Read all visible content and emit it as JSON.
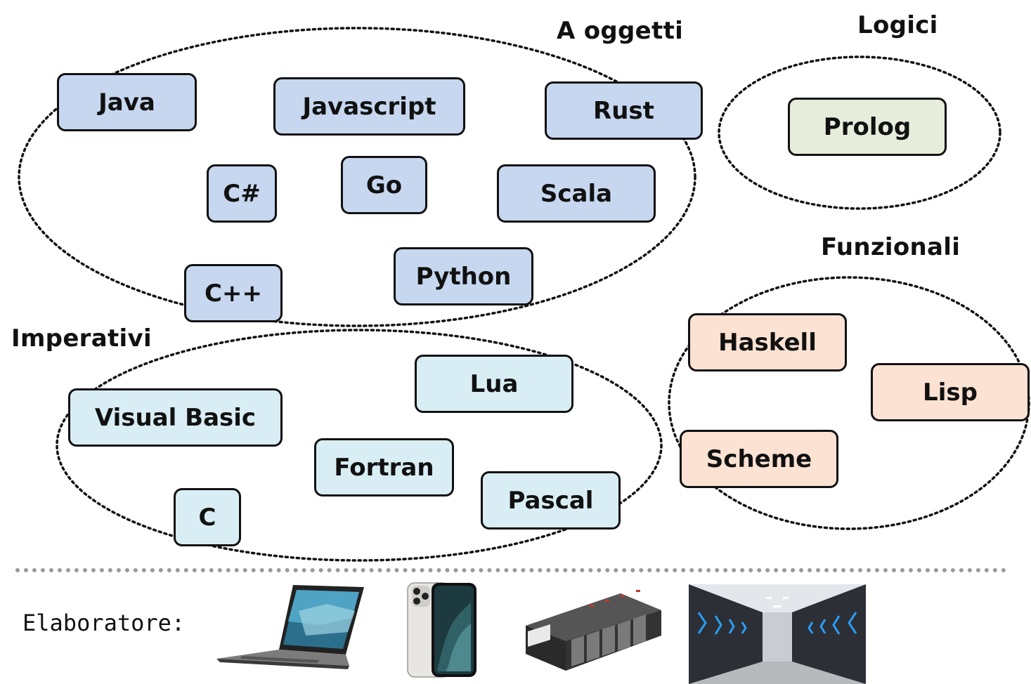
{
  "groups": {
    "object_oriented": "A oggetti",
    "logic": "Logici",
    "functional": "Funzionali",
    "imperative": "Imperativi"
  },
  "languages": {
    "java": "Java",
    "javascript": "Javascript",
    "rust": "Rust",
    "csharp": "C#",
    "go": "Go",
    "scala": "Scala",
    "cpp": "C++",
    "python": "Python",
    "prolog": "Prolog",
    "haskell": "Haskell",
    "lisp": "Lisp",
    "scheme": "Scheme",
    "visual_basic": "Visual Basic",
    "lua": "Lua",
    "fortran": "Fortran",
    "pascal": "Pascal",
    "c": "C"
  },
  "devices": {
    "label": "Elaboratore:",
    "items": [
      "laptop",
      "smartphone",
      "plc-controller",
      "supercomputer"
    ]
  },
  "colors": {
    "object_oriented_fill": "#c6d7ef",
    "imperative_fill": "#d9eef4",
    "functional_fill": "#fbe2d2",
    "logic_fill": "#e6eedb",
    "divider": "#9a9a9a"
  }
}
